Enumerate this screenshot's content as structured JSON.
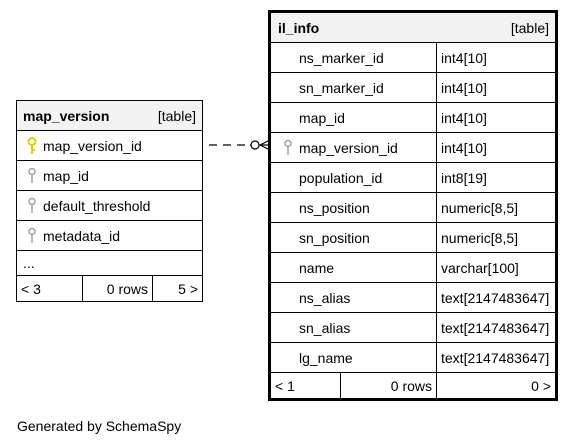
{
  "tables": [
    {
      "name": "map_version",
      "kind": "[table]",
      "columns": [
        {
          "name": "map_version_id",
          "key": "primary"
        },
        {
          "name": "map_id",
          "key": "index"
        },
        {
          "name": "default_threshold",
          "key": "index"
        },
        {
          "name": "metadata_id",
          "key": "index"
        }
      ],
      "more": "...",
      "footer": {
        "parents": "< 3",
        "rows": "0 rows",
        "children": "5 >"
      }
    },
    {
      "name": "il_info",
      "kind": "[table]",
      "columns": [
        {
          "name": "ns_marker_id",
          "type": "int4[10]",
          "key": ""
        },
        {
          "name": "sn_marker_id",
          "type": "int4[10]",
          "key": ""
        },
        {
          "name": "map_id",
          "type": "int4[10]",
          "key": ""
        },
        {
          "name": "map_version_id",
          "type": "int4[10]",
          "key": "index"
        },
        {
          "name": "population_id",
          "type": "int8[19]",
          "key": ""
        },
        {
          "name": "ns_position",
          "type": "numeric[8,5]",
          "key": ""
        },
        {
          "name": "sn_position",
          "type": "numeric[8,5]",
          "key": ""
        },
        {
          "name": "name",
          "type": "varchar[100]",
          "key": ""
        },
        {
          "name": "ns_alias",
          "type": "text[2147483647]",
          "key": ""
        },
        {
          "name": "sn_alias",
          "type": "text[2147483647]",
          "key": ""
        },
        {
          "name": "lg_name",
          "type": "text[2147483647]",
          "key": ""
        }
      ],
      "footer": {
        "parents": "< 1",
        "rows": "0 rows",
        "children": "0 >"
      }
    }
  ],
  "relationship": {
    "from": "map_version.map_version_id",
    "to": "il_info.map_version_id",
    "style": "dashed",
    "cardinality": "zero-or-many"
  },
  "caption": "Generated by SchemaSpy",
  "colors": {
    "primary_key": "#e6c800",
    "index_key": "#a0a0a0",
    "header_bg": "#f2f2f2"
  }
}
